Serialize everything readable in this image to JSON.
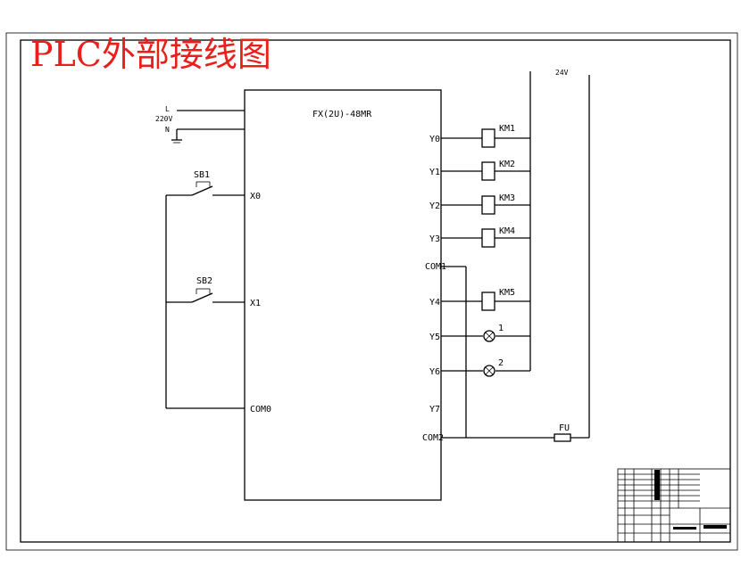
{
  "title": "PLC外部接线图",
  "plc": {
    "model": "FX(2U)-48MR"
  },
  "power": {
    "L": "L",
    "voltage": "220V",
    "N": "N"
  },
  "inputs": [
    {
      "switch": "SB1",
      "terminal": "X0"
    },
    {
      "switch": "SB2",
      "terminal": "X1"
    }
  ],
  "com0": "COM0",
  "com1": "COM1",
  "com2": "COM2",
  "outputs": [
    {
      "terminal": "Y0",
      "load": "KM1"
    },
    {
      "terminal": "Y1",
      "load": "KM2"
    },
    {
      "terminal": "Y2",
      "load": "KM3"
    },
    {
      "terminal": "Y3",
      "load": "KM4"
    },
    {
      "terminal": "Y4",
      "load": "KM5"
    },
    {
      "terminal": "Y5",
      "load": "1"
    },
    {
      "terminal": "Y6",
      "load": "2"
    },
    {
      "terminal": "Y7",
      "load": ""
    }
  ],
  "supply": "24V",
  "fuse": "FU"
}
